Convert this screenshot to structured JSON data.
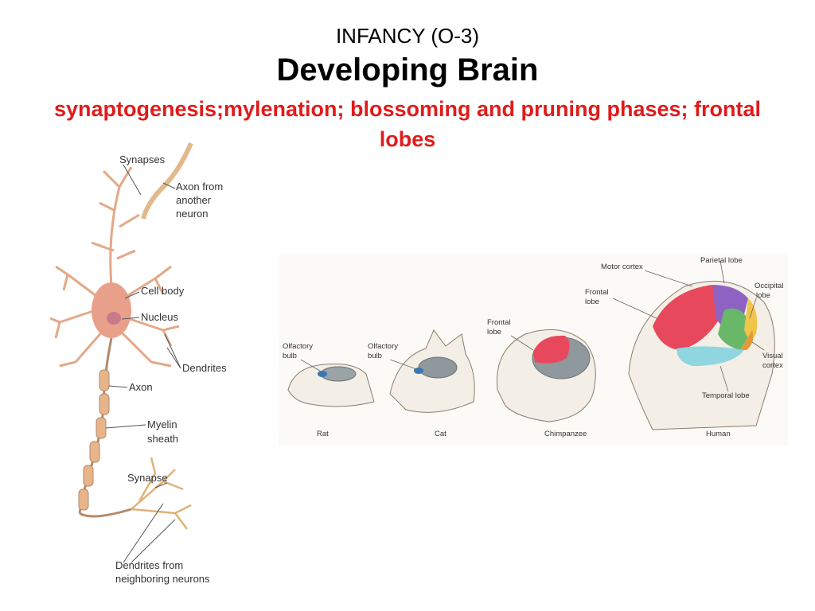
{
  "slide": {
    "pretitle": "INFANCY (O-3)",
    "title": "Developing Brain",
    "subtitle": "synaptogenesis;mylenation; blossoming and pruning phases; frontal  lobes",
    "colors": {
      "subtitle": "#e01b1b",
      "title": "#000000"
    }
  },
  "neuron_figure": {
    "labels": {
      "synapses": "Synapses",
      "axon_from_1": "Axon from",
      "axon_from_2": "another",
      "axon_from_3": "neuron",
      "cell_body": "Cell body",
      "nucleus": "Nucleus",
      "dendrites": "Dendrites",
      "axon": "Axon",
      "myelin_1": "Myelin",
      "myelin_2": "sheath",
      "synapse": "Synapse",
      "dendrites_from_1": "Dendrites from",
      "dendrites_from_2": "neighboring neurons"
    }
  },
  "brain_figure": {
    "animals": [
      "Rat",
      "Cat",
      "Chimpanzee",
      "Human"
    ],
    "labels": {
      "olfactory_1": "Olfactory",
      "olfactory_2": "bulb",
      "frontal_1": "Frontal",
      "frontal_2": "lobe",
      "motor_cortex": "Motor cortex",
      "parietal_lobe": "Parietal lobe",
      "occipital_1": "Occipital",
      "occipital_2": "lobe",
      "visual_1": "Visual",
      "visual_2": "cortex",
      "temporal_lobe": "Temporal lobe"
    }
  }
}
